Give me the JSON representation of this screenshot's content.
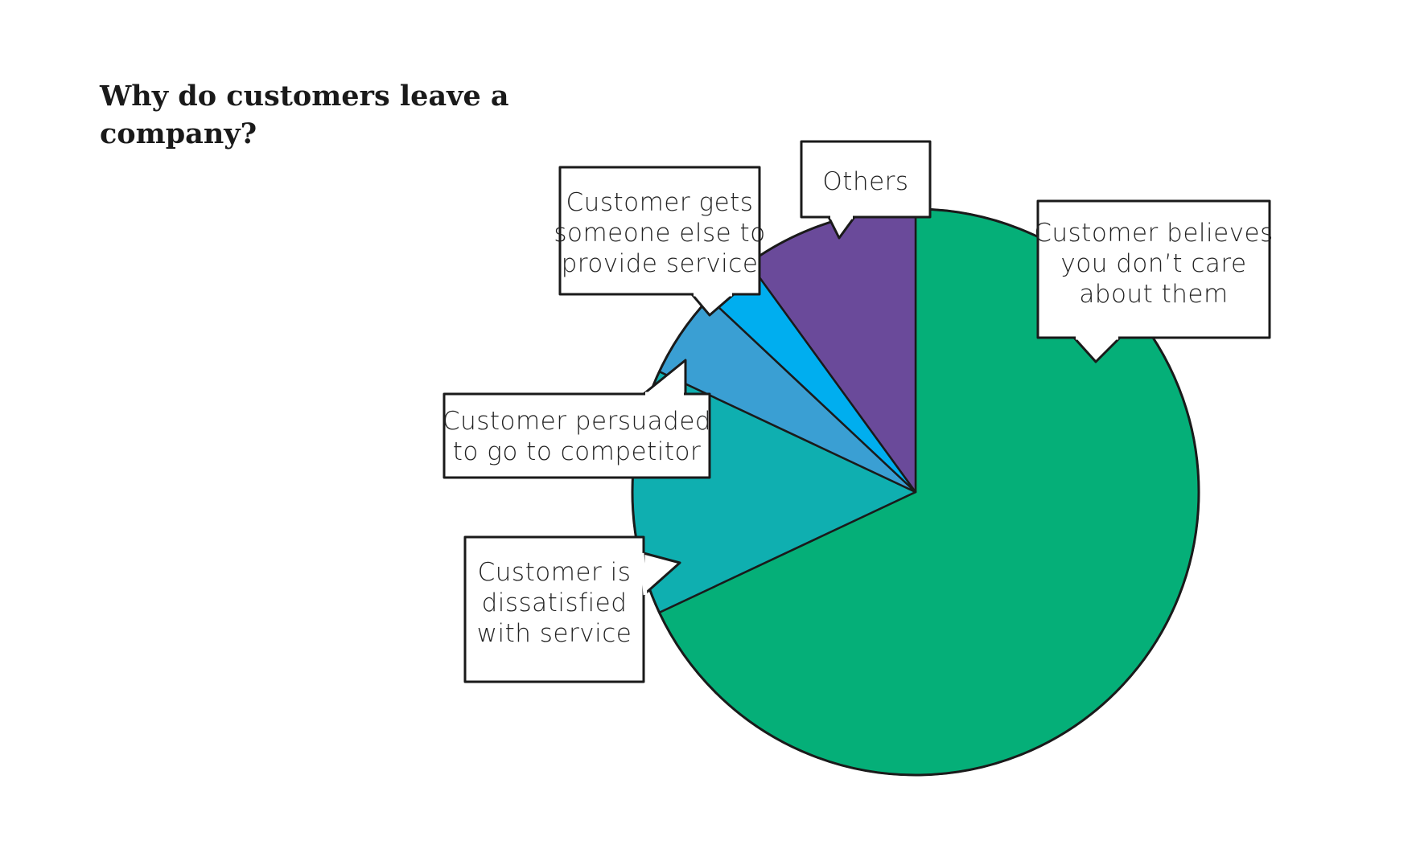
{
  "chart_data": {
    "type": "pie",
    "title": "Why do customers leave a company?",
    "slices": [
      {
        "label": "Customer believes you don't care about them",
        "lines": [
          "Customer believes",
          "you don’t care",
          "about them"
        ],
        "value": 68,
        "color": "#05AF78"
      },
      {
        "label": "Customer is dissatisfied with service",
        "lines": [
          "Customer is",
          "dissatisfied",
          "with service"
        ],
        "value": 14,
        "color": "#0FAFB0"
      },
      {
        "label": "Customer persuaded to go to competitor",
        "lines": [
          "Customer persuaded",
          "to go to competitor"
        ],
        "value": 5,
        "color": "#3A9FD3"
      },
      {
        "label": "Customer gets someone else to provide service",
        "lines": [
          "Customer gets",
          "someone else to",
          "provide service"
        ],
        "value": 3,
        "color": "#00AEEF"
      },
      {
        "label": "Others",
        "lines": [
          "Others"
        ],
        "value": 10,
        "color": "#6A4A9A"
      }
    ],
    "legend": "callouts"
  }
}
